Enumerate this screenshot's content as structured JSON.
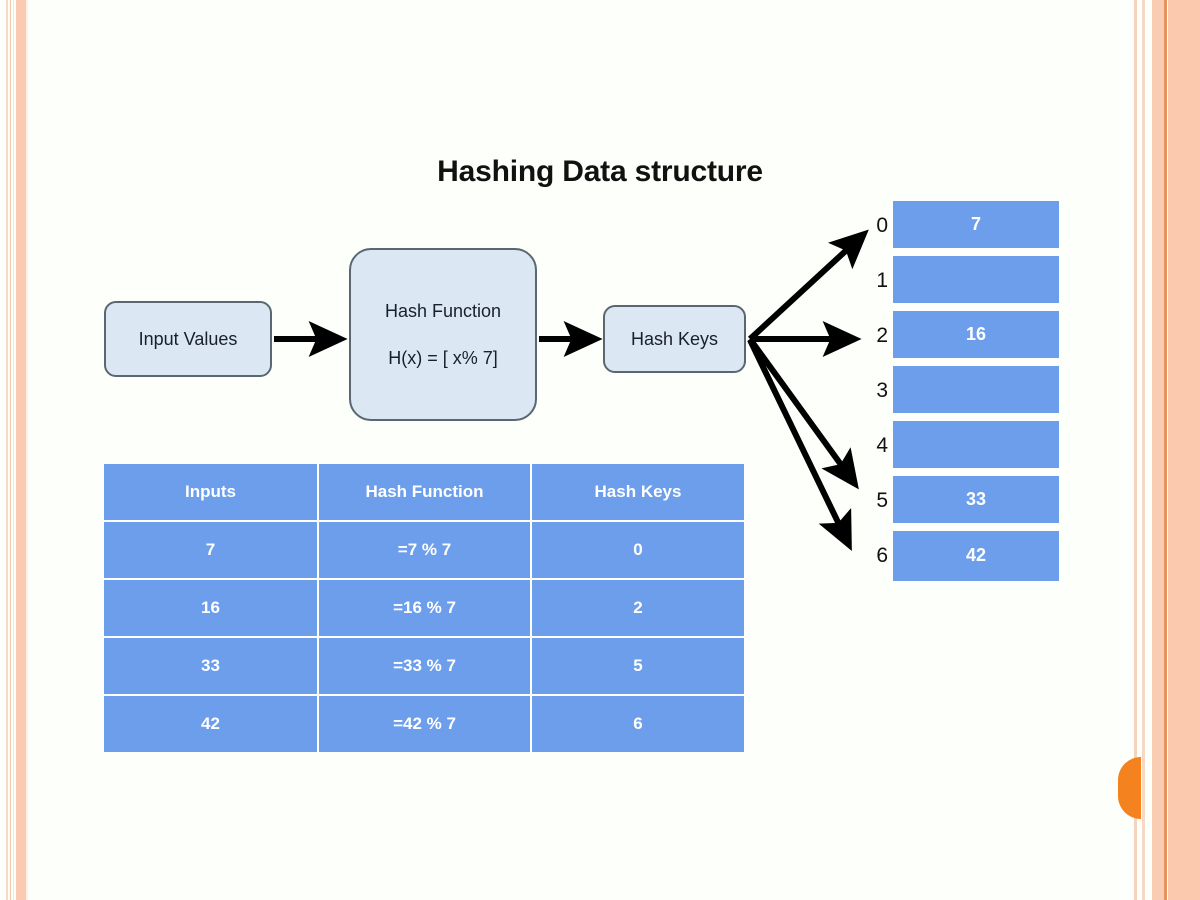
{
  "slide": {
    "title": "Hashing Data structure",
    "background_color": "#fdfffb",
    "accent_color": "#f3821f",
    "border_color": "#f8cbb2",
    "table_color": "#6d9eeb",
    "box_fill_color": "#dbe8f4",
    "box_border_color": "#5a6670"
  },
  "flow": {
    "input_box": {
      "label": "Input Values"
    },
    "hash_function_box": {
      "label": "Hash Function",
      "formula": "H(x) = [ x% 7]"
    },
    "hash_keys_box": {
      "label": "Hash Keys"
    }
  },
  "mapping_table": {
    "headers": [
      "Inputs",
      "Hash Function",
      "Hash Keys"
    ],
    "rows": [
      [
        "7",
        "=7 % 7",
        "0"
      ],
      [
        "16",
        "=16 % 7",
        "2"
      ],
      [
        "33",
        "=33 % 7",
        "5"
      ],
      [
        "42",
        "=42 % 7",
        "6"
      ]
    ]
  },
  "hash_table": {
    "slots": [
      {
        "index": "0",
        "value": "7"
      },
      {
        "index": "1",
        "value": ""
      },
      {
        "index": "2",
        "value": "16"
      },
      {
        "index": "3",
        "value": ""
      },
      {
        "index": "4",
        "value": ""
      },
      {
        "index": "5",
        "value": "33"
      },
      {
        "index": "6",
        "value": "42"
      }
    ]
  },
  "arrows": {
    "input_to_function": "arrow-right",
    "function_to_keys": "arrow-right",
    "keys_to_slots": [
      "arrow-to-slot-0",
      "arrow-to-slot-2",
      "arrow-to-slot-5",
      "arrow-to-slot-6"
    ]
  }
}
